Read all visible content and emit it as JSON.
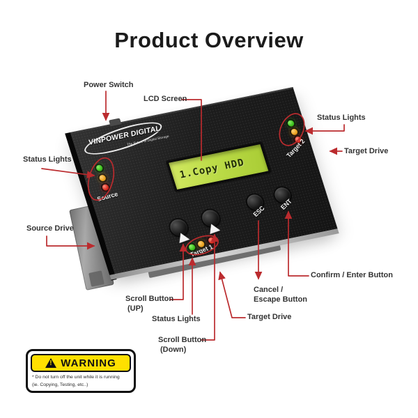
{
  "title": "Product Overview",
  "annotation_color": "#bb2b2e",
  "device": {
    "brand": "VINPOWER DIGITAL",
    "tagline": "The Future of Digital Storage",
    "lcd_text": "1.Copy HDD",
    "source_label": "Source",
    "target1_label": "Target 1",
    "target2_label": "Target 2",
    "esc_label": "ESC",
    "ent_label": "ENT",
    "colors": {
      "body": "#1d1d1d",
      "lcd_background": "#bcdc48",
      "led_green": "#3cc01d",
      "led_orange": "#e9a21e",
      "led_red": "#d62a1d"
    }
  },
  "callouts": {
    "power_switch": {
      "label": "Power Switch"
    },
    "lcd_screen": {
      "label": "LCD Screen"
    },
    "status_lights_top_right": {
      "label": "Status Lights"
    },
    "target_drive_right": {
      "label": "Target Drive"
    },
    "status_lights_left": {
      "label": "Status Lights"
    },
    "source_drive": {
      "label": "Source Drive"
    },
    "scroll_up": {
      "line1": "Scroll Button",
      "line2": "(UP)"
    },
    "status_lights_bottom": {
      "label": "Status Lights"
    },
    "scroll_down": {
      "line1": "Scroll Button",
      "line2": "(Down)"
    },
    "target_drive_bottom": {
      "label": "Target Drive"
    },
    "cancel_escape": {
      "line1": "Cancel /",
      "line2": "Escape Button"
    },
    "confirm_enter": {
      "label": "Confirm / Enter Button"
    }
  },
  "warning": {
    "heading": "WARNING",
    "line1": "* Do not turn off the unit while it is running",
    "line2": "(ie. Copying, Testing, etc..)"
  }
}
